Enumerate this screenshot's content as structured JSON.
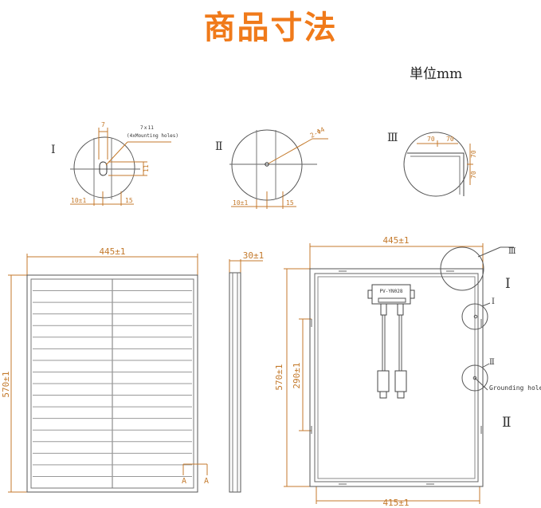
{
  "title": "商品寸法",
  "unit_label": "単位mm",
  "detail_i": {
    "roman": "Ⅰ",
    "slot_width": "7",
    "slot_note_line1": "7ｘ11",
    "slot_note_line2": "(4xMounting holes)",
    "slot_height": "11",
    "offset_left": "10±1",
    "offset_right": "15"
  },
  "detail_ii": {
    "roman": "Ⅱ",
    "hole_note": "2-Φ4",
    "offset_left": "10±1",
    "offset_right": "15"
  },
  "detail_iii": {
    "roman": "Ⅲ",
    "dim_a": "70",
    "dim_b": "70",
    "dim_c": "70",
    "dim_d": "70"
  },
  "front_view": {
    "width": "445±1",
    "height": "570±1",
    "section_mark_left": "A",
    "section_mark_right": "A"
  },
  "side_view": {
    "thickness": "30±1"
  },
  "back_view": {
    "width": "445±1",
    "height": "570±1",
    "hole_spacing_vertical": "290±1",
    "hole_spacing_horizontal": "415±1",
    "junction_box_label": "PV-YN028",
    "callout_iii": "Ⅲ",
    "callout_i_small": "Ⅰ",
    "callout_i_large": "Ⅰ",
    "callout_ii_small": "Ⅱ",
    "callout_ii_large": "Ⅱ",
    "grounding_label": "Grounding holes"
  }
}
